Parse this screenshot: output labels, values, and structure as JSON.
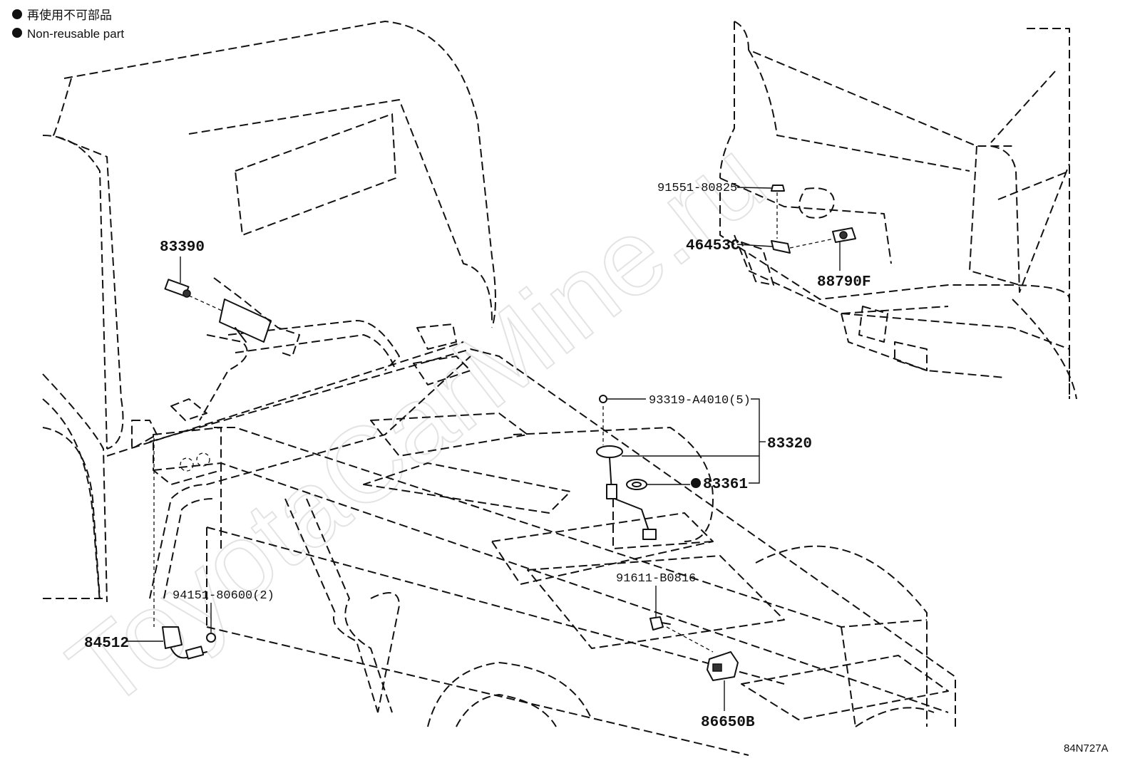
{
  "legend": [
    {
      "symbol": "●",
      "text": "再使用不可部品"
    },
    {
      "symbol": "●",
      "text": "Non-reusable part"
    }
  ],
  "watermark": "ToyotaCarMine.ru",
  "parts": {
    "p83390": "83390",
    "p91551": "91551-80825",
    "p46453": "46453C",
    "p88790": "88790F",
    "p93319": "93319-A4010(5)",
    "p83320": "83320",
    "p83361": "83361",
    "p83361_mark": "●",
    "p91611": "91611-B0816",
    "p94151": "94151-80600(2)",
    "p84512": "84512",
    "p86650": "86650B"
  },
  "diagram_code": "84N727A"
}
